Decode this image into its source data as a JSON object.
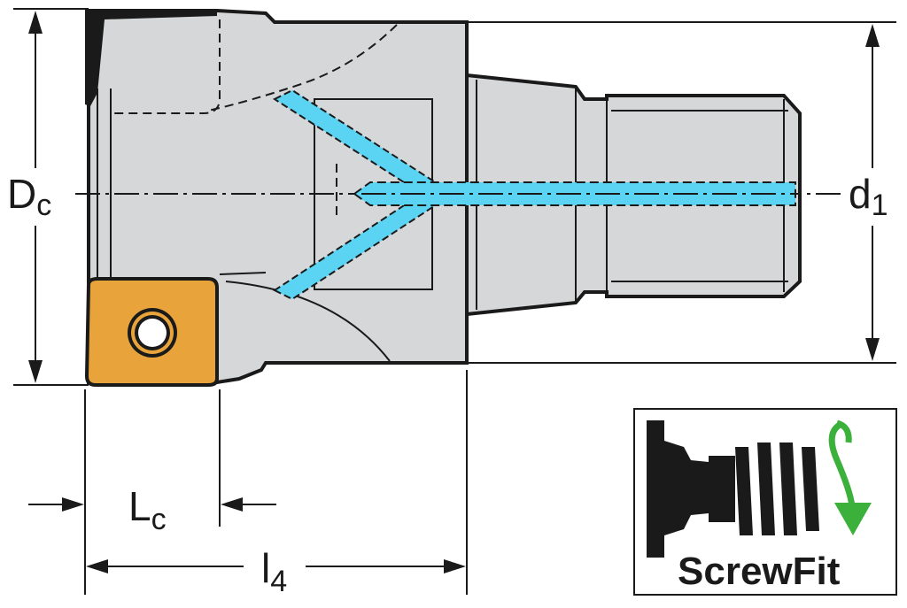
{
  "labels": {
    "Dc": {
      "main": "D",
      "sub": "c"
    },
    "d1": {
      "main": "d",
      "sub": "1"
    },
    "Lc": {
      "main": "L",
      "sub": "c"
    },
    "l4": {
      "main": "l",
      "sub": "4"
    }
  },
  "logo": {
    "text": "ScrewFit",
    "icon": "screw-thread-icon",
    "arrow_icon": "rotate-arrow-icon"
  },
  "colors": {
    "body": "#d6d7d9",
    "outline": "#1a1a1a",
    "coolant": "#5bd3f3",
    "insert": "#e8a33a",
    "logo_arrow": "#3bb03b"
  }
}
